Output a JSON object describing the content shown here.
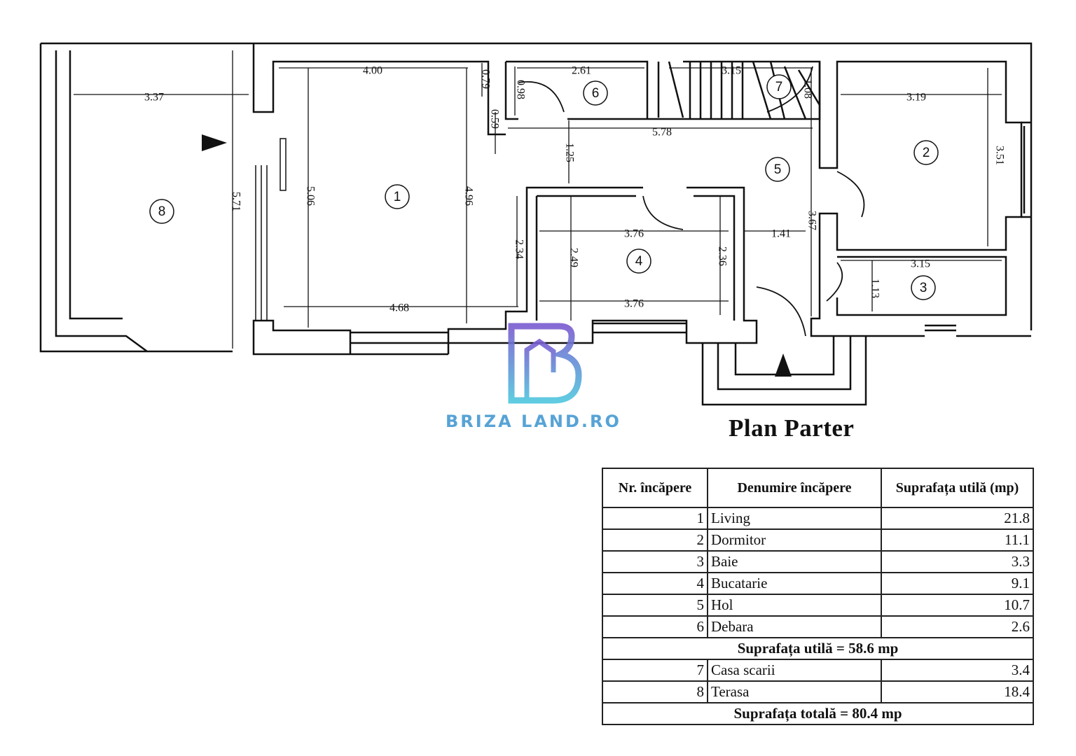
{
  "title": "Plan Parter",
  "watermark": {
    "text": "BRIZA LAND.RO",
    "colors": {
      "top": "#7a5bd0",
      "bottom": "#4fc6de"
    }
  },
  "plan": {
    "room_labels": [
      "1",
      "2",
      "3",
      "4",
      "5",
      "6",
      "7",
      "8"
    ],
    "dimensions": [
      "4.00",
      "0.79",
      "0.98",
      "2.61",
      "3.15",
      "1.08",
      "3.19",
      "3.37",
      "0.59",
      "5.78",
      "1.25",
      "3.51",
      "5.71",
      "5.06",
      "4.96",
      "3.76",
      "1.41",
      "3.67",
      "2.34",
      "2.49",
      "2.36",
      "3.15",
      "1.13",
      "4.68",
      "3.76"
    ]
  },
  "table": {
    "headers": [
      "Nr. încăpere",
      "Denumire încăpere",
      "Suprafața utilă (mp)"
    ],
    "rows": [
      {
        "nr": "1",
        "name": "Living",
        "area": "21.8"
      },
      {
        "nr": "2",
        "name": "Dormitor",
        "area": "11.1"
      },
      {
        "nr": "3",
        "name": "Baie",
        "area": "3.3"
      },
      {
        "nr": "4",
        "name": "Bucatarie",
        "area": "9.1"
      },
      {
        "nr": "5",
        "name": "Hol",
        "area": "10.7"
      },
      {
        "nr": "6",
        "name": "Debara",
        "area": "2.6"
      }
    ],
    "subtotal": "Suprafața utilă = 58.6 mp",
    "rows2": [
      {
        "nr": "7",
        "name": "Casa scarii",
        "area": "3.4"
      },
      {
        "nr": "8",
        "name": "Terasa",
        "area": "18.4"
      }
    ],
    "total": "Suprafața totală = 80.4 mp"
  }
}
